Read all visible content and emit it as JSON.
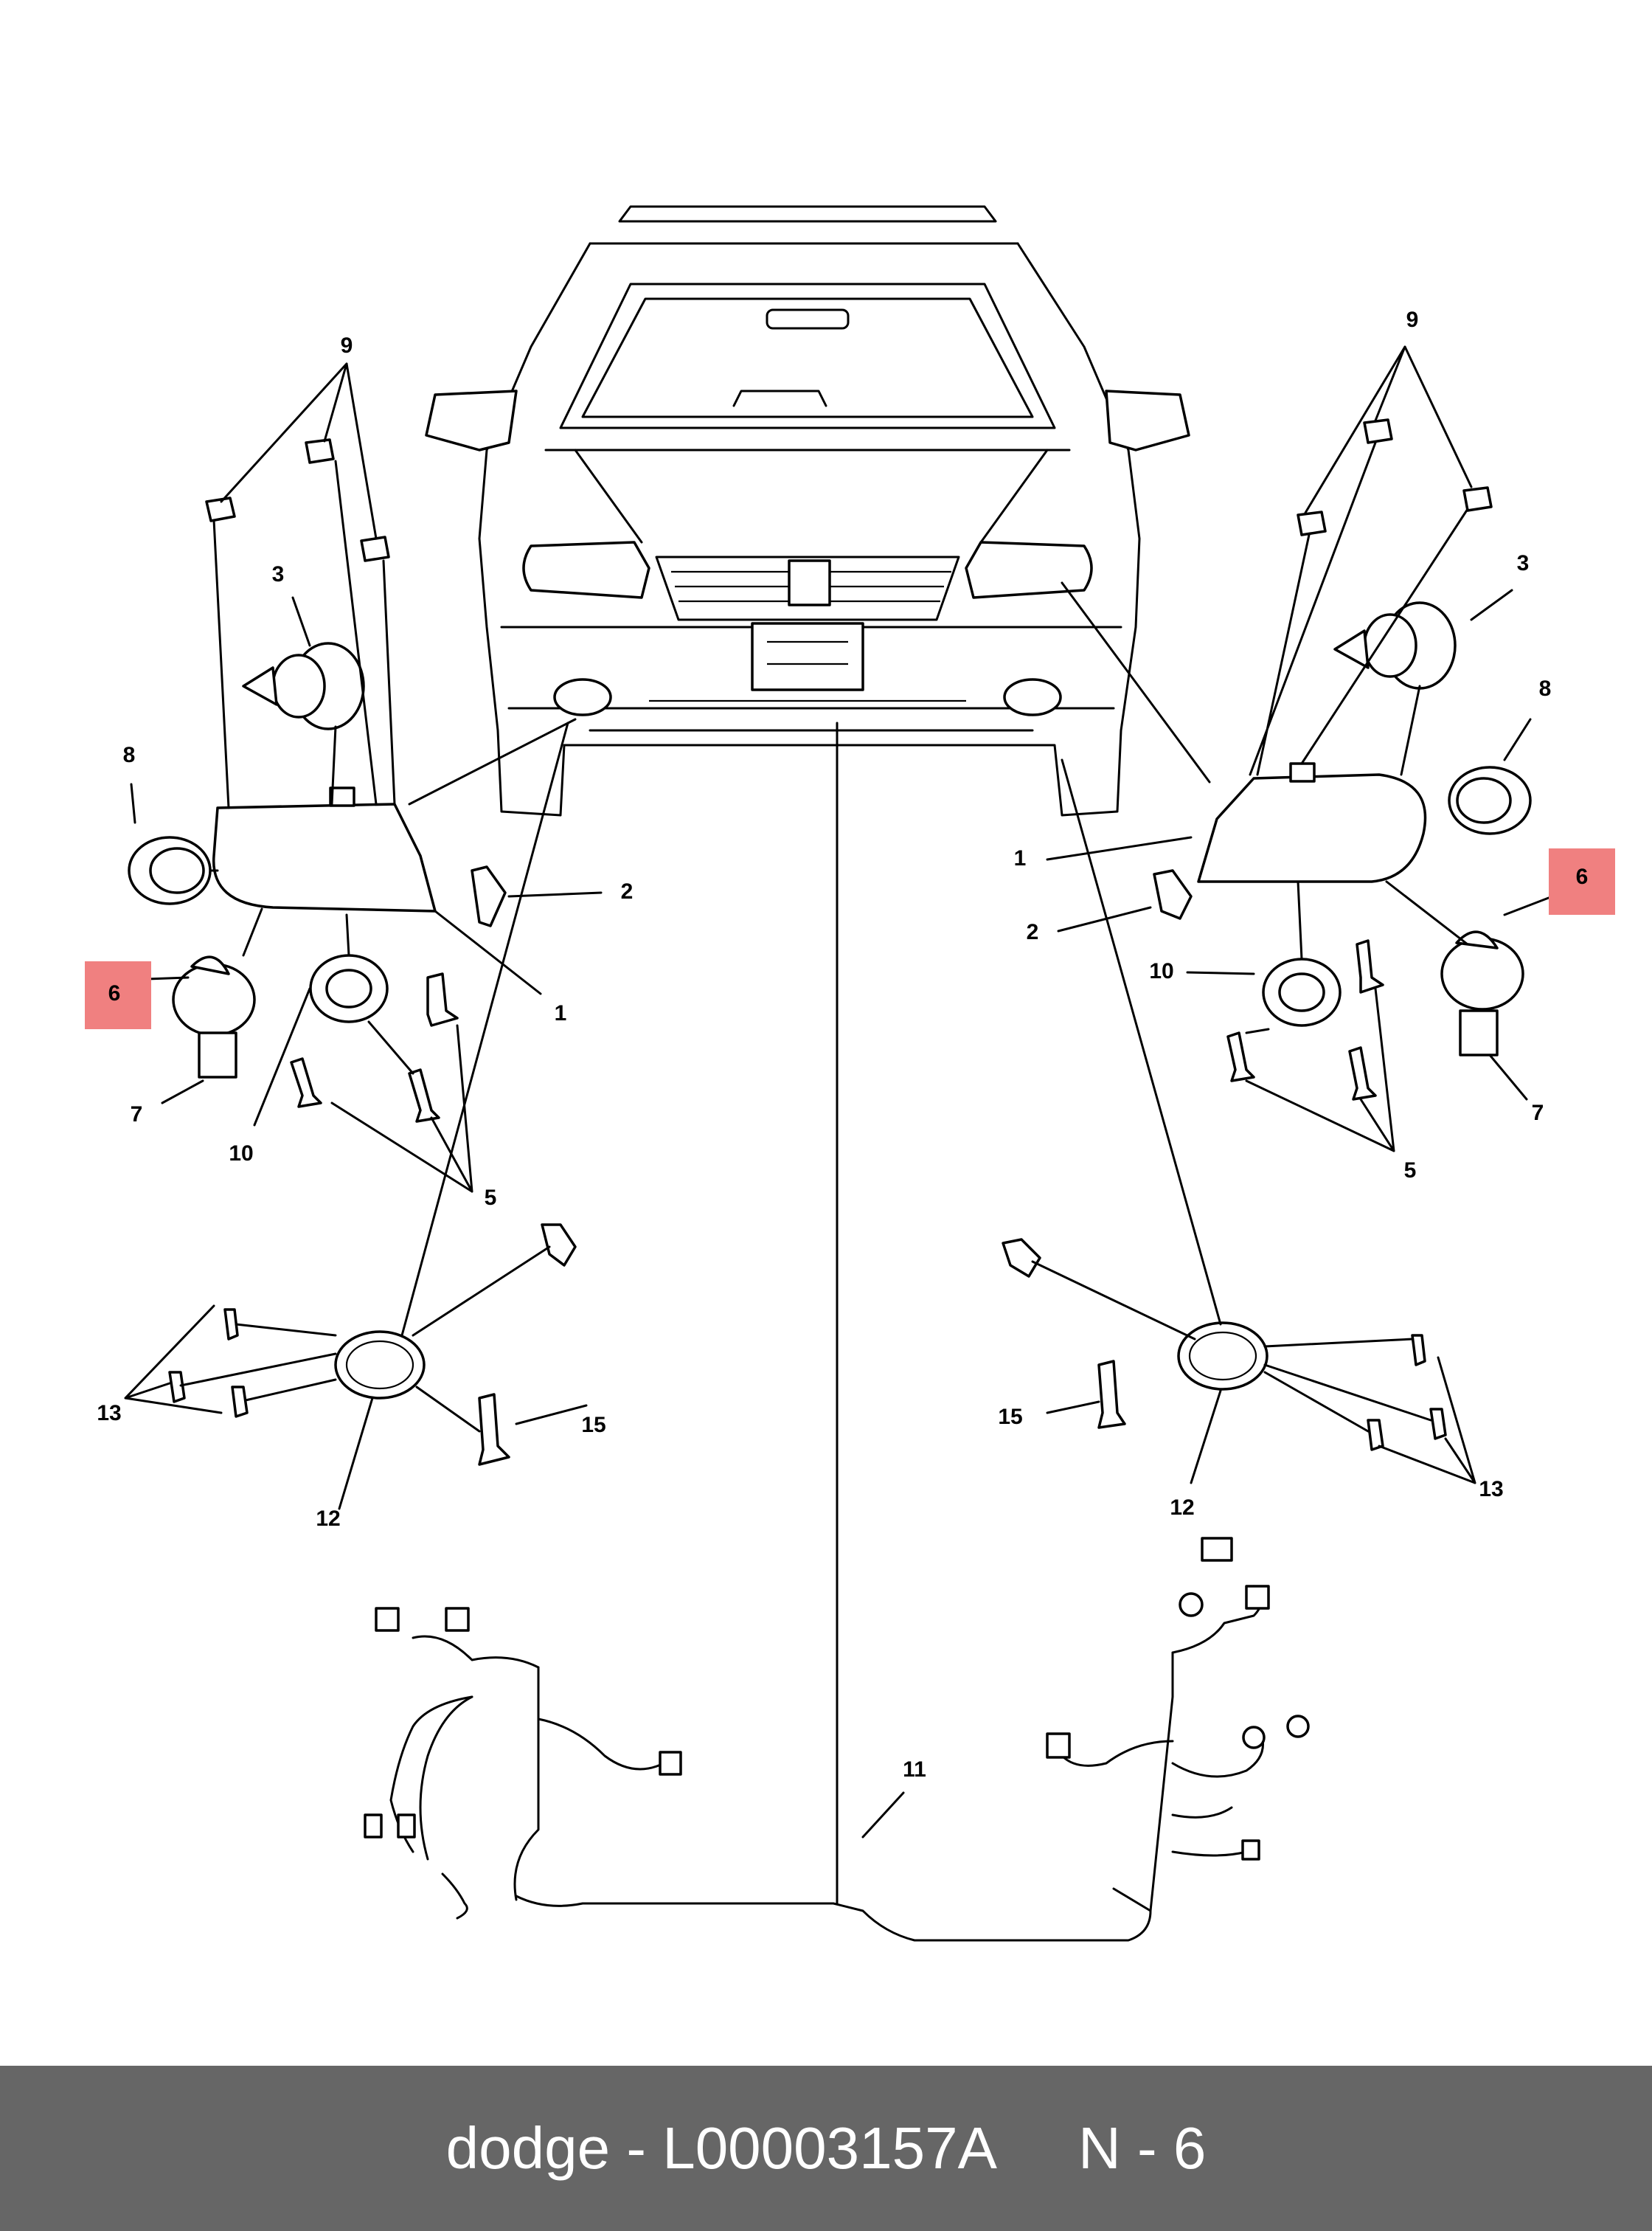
{
  "callouts": [
    {
      "id": "L9",
      "text": "9"
    },
    {
      "id": "L3",
      "text": "3"
    },
    {
      "id": "L8",
      "text": "8"
    },
    {
      "id": "L2",
      "text": "2"
    },
    {
      "id": "L1",
      "text": "1"
    },
    {
      "id": "L6",
      "text": "6"
    },
    {
      "id": "L7",
      "text": "7"
    },
    {
      "id": "L10",
      "text": "10"
    },
    {
      "id": "L5",
      "text": "5"
    },
    {
      "id": "L13",
      "text": "13"
    },
    {
      "id": "L15",
      "text": "15"
    },
    {
      "id": "L12",
      "text": "12"
    },
    {
      "id": "R9",
      "text": "9"
    },
    {
      "id": "R3",
      "text": "3"
    },
    {
      "id": "R8",
      "text": "8"
    },
    {
      "id": "R1",
      "text": "1"
    },
    {
      "id": "R6",
      "text": "6"
    },
    {
      "id": "R2",
      "text": "2"
    },
    {
      "id": "R10",
      "text": "10"
    },
    {
      "id": "R7",
      "text": "7"
    },
    {
      "id": "R5",
      "text": "5"
    },
    {
      "id": "R15",
      "text": "15"
    },
    {
      "id": "R13",
      "text": "13"
    },
    {
      "id": "R12",
      "text": "12"
    },
    {
      "id": "C11",
      "text": "11"
    }
  ],
  "highlight_color": "#f08080",
  "footer": {
    "brand_part": "dodge - L00003157A",
    "page_ref": "N - 6"
  }
}
